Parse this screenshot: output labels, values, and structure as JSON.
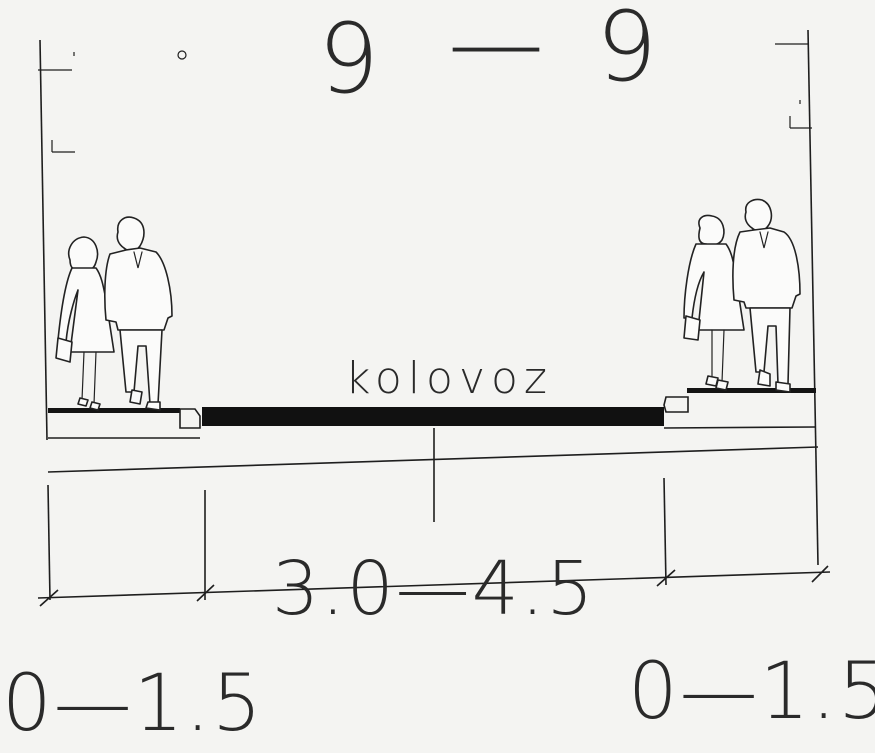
{
  "section": {
    "left_label": "9",
    "dash": "—",
    "right_label": "9"
  },
  "road": {
    "label": "kolovoz"
  },
  "dimensions": {
    "carriageway": "3.0—4.5",
    "left_sidewalk": "0—1.5",
    "right_sidewalk": "0—1.5"
  }
}
